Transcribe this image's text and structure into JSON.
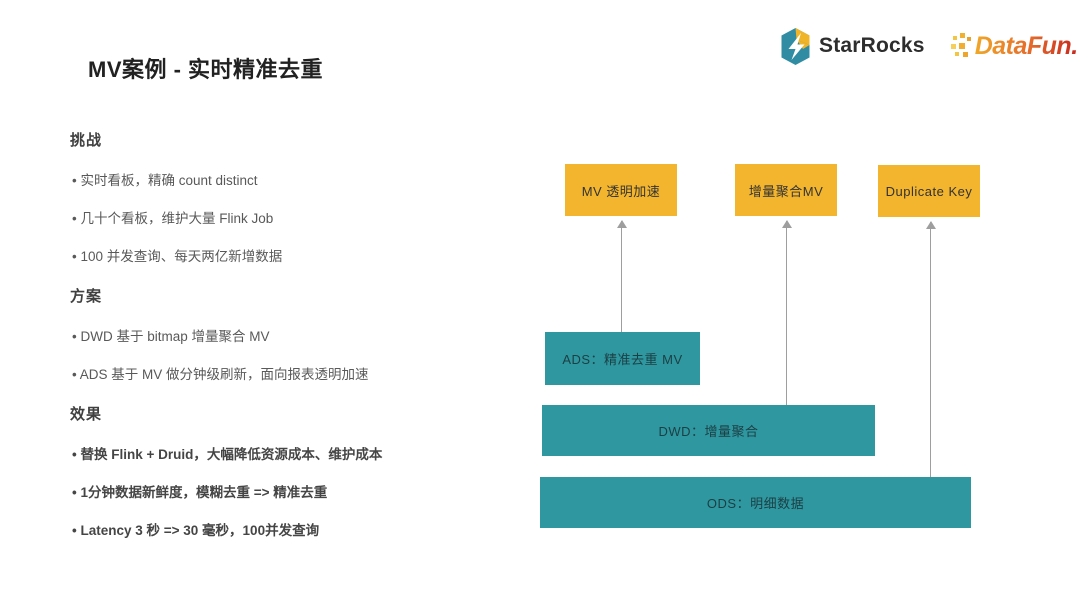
{
  "slide": {
    "title": "MV案例 - 实时精准去重"
  },
  "logos": {
    "starrocks_text": "StarRocks",
    "datafun_text": "DataFun.",
    "starrocks_teal": "#2f8ca3",
    "starrocks_yellow": "#f0b428",
    "datafun_gradient_start": "#f0a828",
    "datafun_gradient_end": "#c6281e"
  },
  "sections": [
    {
      "title": "挑战",
      "bullets": [
        "实时看板，精确 count distinct",
        "几十个看板，维护大量 Flink Job",
        "100 并发查询、每天两亿新增数据"
      ]
    },
    {
      "title": "方案",
      "bullets": [
        "DWD 基于 bitmap 增量聚合 MV",
        "ADS 基于 MV 做分钟级刷新，面向报表透明加速"
      ]
    },
    {
      "title": "效果",
      "bullets": [
        "替换 Flink + Druid，大幅降低资源成本、维护成本",
        "1分钟数据新鲜度，模糊去重 => 精准去重",
        "Latency 3 秒 => 30 毫秒，100并发查询"
      ]
    }
  ],
  "diagram": {
    "top_boxes": [
      {
        "label": "MV 透明加速"
      },
      {
        "label": "增量聚合MV"
      },
      {
        "label": "Duplicate Key"
      }
    ],
    "layer_boxes": [
      {
        "label": "ADS：精准去重 MV"
      },
      {
        "label": "DWD：增量聚合"
      },
      {
        "label": "ODS：明细数据"
      }
    ],
    "colors": {
      "accent_yellow": "#f2b52d",
      "accent_teal": "#2f97a0",
      "arrow_gray": "#9e9e9e"
    }
  }
}
